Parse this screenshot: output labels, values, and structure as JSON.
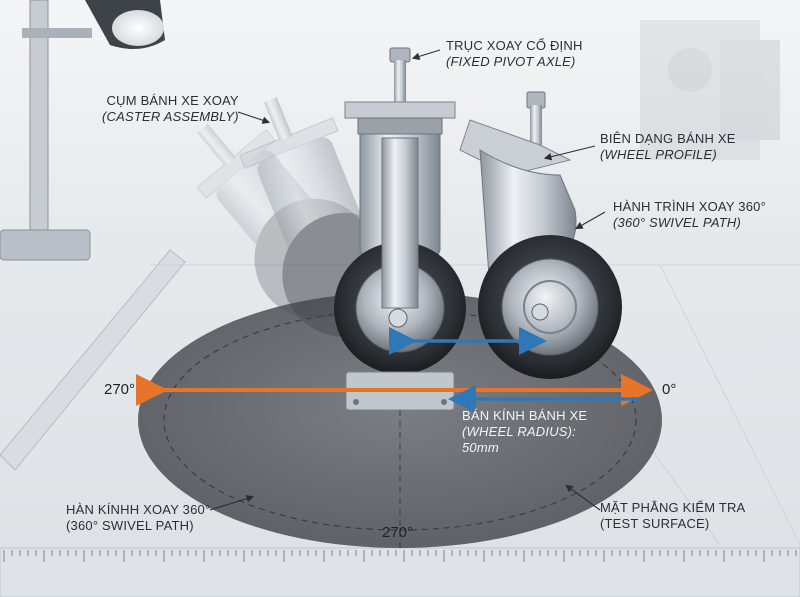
{
  "labels": {
    "fixed_axle": {
      "vi": "TRỤC XOAY CỐ ĐỊNH",
      "en": "(FIXED PIVOT AXLE)"
    },
    "caster_assembly": {
      "vi": "CỤM BÁNH XE XOAY",
      "en": "(CASTER ASSEMBLY)"
    },
    "wheel_profile": {
      "vi": "BIÊN DẠNG BÁNH XE",
      "en": "(WHEEL PROFILE)"
    },
    "swivel_path_right": {
      "vi": "HÀNH TRÌNH XOAY 360°",
      "en": "(360° SWIVEL PATH)"
    },
    "wheel_radius": {
      "vi": "BÁN KÍNH BÁNH XE",
      "en": "(WHEEL RADIUS):",
      "value": "50mm"
    },
    "swivel_path_left": {
      "vi": "HÀN KÍNHH XOAY 360°",
      "en": "(360° SWIVEL PATH)"
    },
    "test_surface": {
      "vi": "MẶT PHẲNG KIỂM TRA",
      "en": "(TEST SURFACE)"
    }
  },
  "angles": {
    "left": "270°",
    "right": "0°",
    "bottom": "270°"
  },
  "colors": {
    "arrow_orange": "#e8742a",
    "arrow_blue": "#2f78b8",
    "disk": "#6b6e73",
    "metal": "#b9c0c8"
  }
}
